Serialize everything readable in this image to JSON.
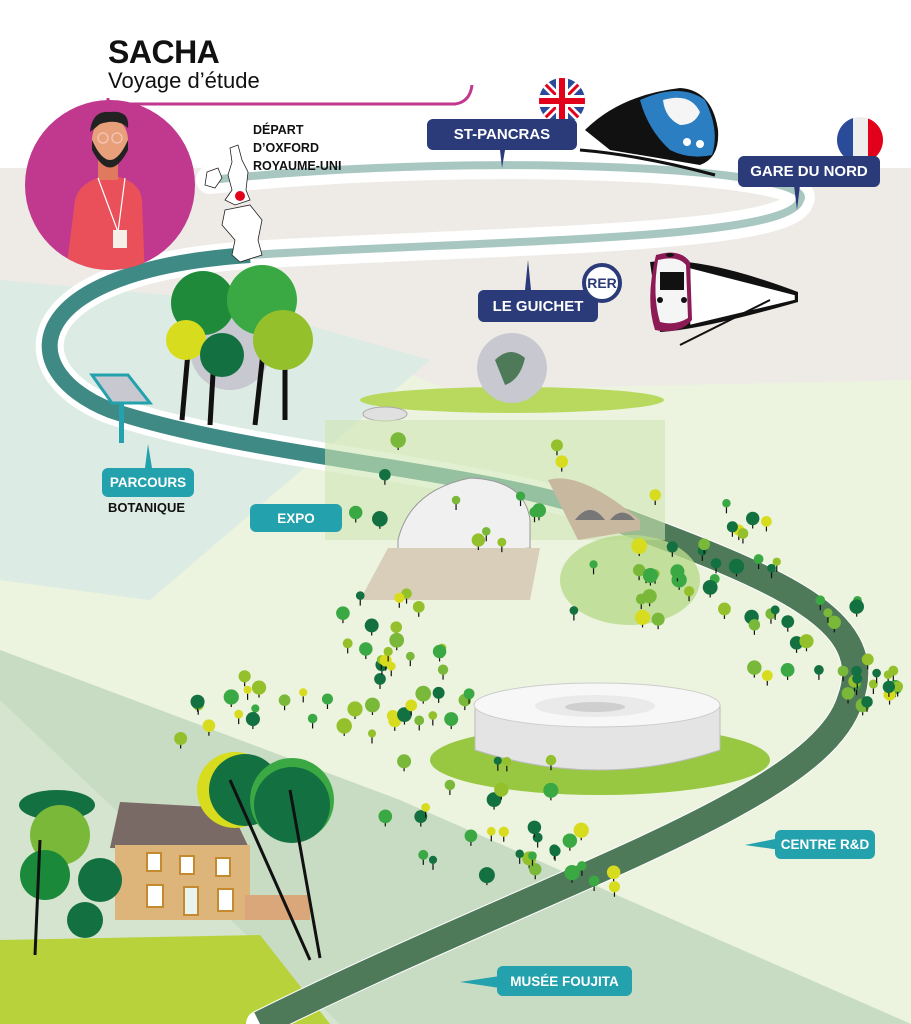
{
  "header": {
    "name": "SACHA",
    "subtitle": "Voyage d’étude"
  },
  "departure": {
    "lines": [
      "DÉPART",
      "D’OXFORD",
      "ROYAUME-UNI"
    ]
  },
  "stops": {
    "st_pancras": "ST-PANCRAS",
    "gare_du_nord": "GARE DU NORD",
    "le_guichet": "LE GUICHET",
    "rer_badge": "RER",
    "parcours": "PARCOURS",
    "botanique": "BOTANIQUE",
    "expo": "EXPO",
    "centre_rd": "CENTRE R&D",
    "musee": "MUSÉE FOUJITA"
  },
  "colors": {
    "accent_magenta": "#c0398f",
    "label_navy": "#2b3a78",
    "label_teal": "#23a1ad",
    "path_green": "#4f7a5a",
    "path_teal": "#3f8a85",
    "bg_beige": "#eeebe6",
    "bg_light_green": "#ecf3df",
    "bg_mint": "#dcebe3",
    "bg_sage": "#c7dcc3"
  }
}
